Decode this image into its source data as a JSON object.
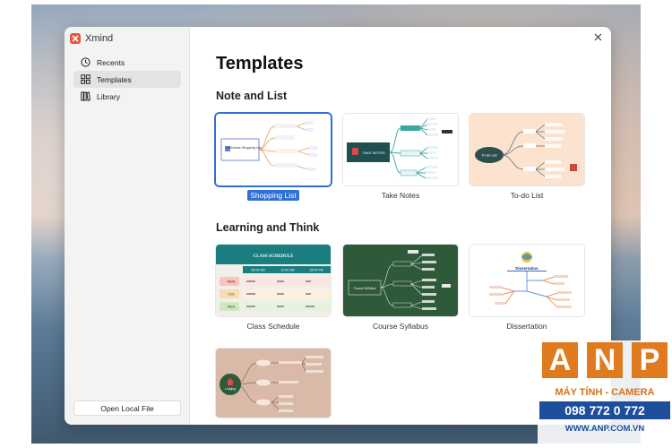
{
  "app": {
    "title": "Xmind"
  },
  "sidebar": {
    "items": [
      {
        "label": "Recents",
        "icon": "clock-icon"
      },
      {
        "label": "Templates",
        "icon": "grid-icon"
      },
      {
        "label": "Library",
        "icon": "books-icon"
      }
    ],
    "active": "Templates",
    "open_local_file_label": "Open Local File"
  },
  "main": {
    "title": "Templates",
    "sections": [
      {
        "title": "Note and List",
        "templates": [
          {
            "label": "Shopping List",
            "selected": true
          },
          {
            "label": "Take Notes",
            "selected": false
          },
          {
            "label": "To-do List",
            "selected": false
          }
        ]
      },
      {
        "title": "Learning and Think",
        "templates": [
          {
            "label": "Class Schedule",
            "selected": false
          },
          {
            "label": "Course Syllabus",
            "selected": false
          },
          {
            "label": "Dissertation",
            "selected": false
          },
          {
            "label": "",
            "selected": false
          }
        ]
      }
    ]
  },
  "thumbnails": {
    "shopping_center": "Christmas Shopping List",
    "take_notes_center": "TAKE NOTES",
    "todo_center": "To-do List",
    "class_schedule": {
      "title": "CLASS SCHEDULE",
      "times": [
        "08:00 AM",
        "10:00 AM",
        "15:00 PM"
      ],
      "days": [
        "MON",
        "TUE",
        "WED"
      ]
    },
    "course_center": "Course Syllabus",
    "dissertation_center": "Dissertation",
    "lodging_center": "Lodging"
  },
  "watermark": {
    "letters": [
      "A",
      "N",
      "P"
    ],
    "subtitle": "MÁY TÍNH - CAMERA",
    "phone": "098 772 0 772",
    "url": "WWW.ANP.COM.VN"
  },
  "colors": {
    "accent": "#2f6fd6",
    "brand": "#e8553e",
    "watermark_orange": "#e07a1f",
    "watermark_blue": "#1d4e9c"
  }
}
